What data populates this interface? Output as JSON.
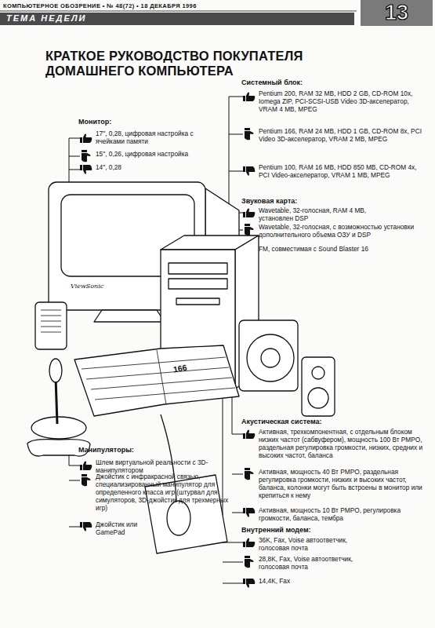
{
  "diagram": {
    "title": "КРАТКОЕ РУКОВОДСТВО ПОКУПАТЕЛЯ ДОМАШНЕГО КОМПЬЮТЕРА",
    "nodes": [
      {
        "text": [
          "ТЕМА НЕДЕЛИ"
        ]
      },
      {
        "text": [
          "13"
        ]
      }
    ],
    "labels": [
      "КОМПЬЮТЕРНОЕ ОБОЗРЕНИЕ • № 48(72) • 18 ДЕКАБРЯ 1996",
      "Системный блок:",
      "Pentium 200, RAM 32 MB, HDD 2 GB, CD-ROM 10x, Iomega ZIP, PCI-SCSI-USB Video 3D-акселератор, VRAM 4 MB, MPEG",
      "Pentium 166, RAM 24 MB, HDD 1 GB, CD-ROM 8x, PCI Video 3D-акселератор, VRAM 2 MB, MPEG",
      "Pentium 100, RAM 16 MB, HDD 850 MB, CD-ROM 4x, PCI Video-акселератор, VRAM 1 MB, MPEG",
      "Монитор:",
      "17\", 0,28, цифровая настройка с ячейками памяти",
      "15\", 0,26, цифровая настройка",
      "14\", 0,28",
      "Звуковая карта:",
      "Wavetable, 32-голосная, RAM 4 MB, установлен DSP",
      "Wavetable, 32-голосная, с возможностью установки дополнительного объема ОЗУ и DSP",
      "FM, совместимая с Sound Blaster 16",
      "Акустическая система:",
      "Активная, трехкомпонентная, с отдельным блоком низких частот (сабвуфером), мощность 100 Вт PMPO, раздельная регулировка громкости, низких, средних и высоких частот, баланса",
      "Активная, мощность 40 Вт PMPO, раздельная регулировка громкости, низких и высоких частот, баланса, колонки могут быть встроены в монитор или крепиться к нему",
      "Активная, мощность 10 Вт PMPO, регулировка громкости, баланса, тембра",
      "Внутренний модем:",
      "36K, Fax, Voise автоответчик, голосовая почта",
      "28,8K, Fax, Voise автоответчик, голосовая почта",
      "14,4K, Fax",
      "Манипуляторы:",
      "Шлем виртуальной реальности с 3D-манипулятором",
      "Джойстик с инфракрасной связью, специализированный манипулятор для определенного класса игр (штурвал для симуляторов, 3D-джойстик для трехмерных игр)",
      "Джойстик или GamePad",
      "166",
      "ViewSonic"
    ]
  }
}
